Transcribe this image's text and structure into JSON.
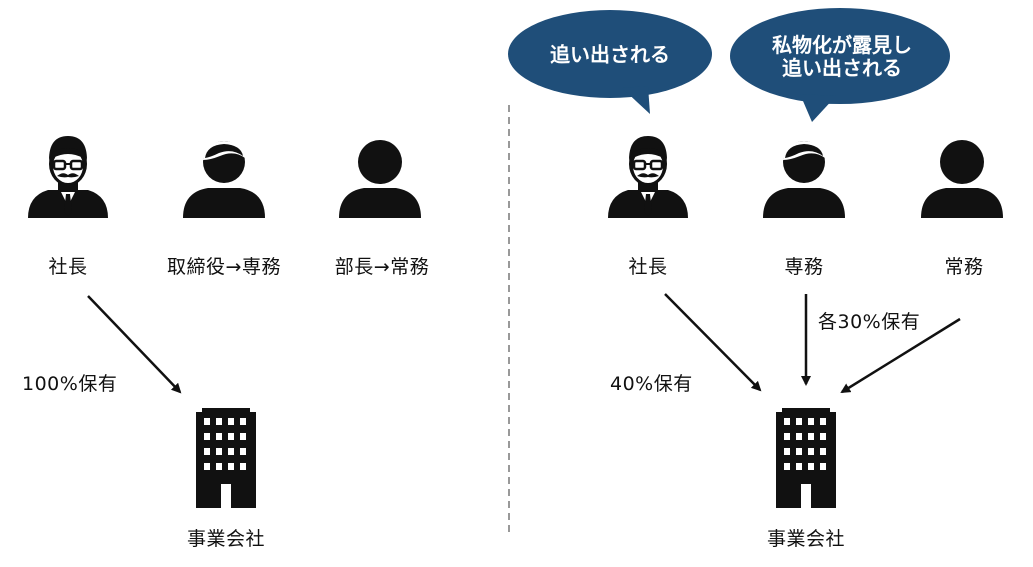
{
  "left_panel": {
    "people": [
      {
        "label": "社長",
        "icon": "businessman-glasses-mustache-icon"
      },
      {
        "label": "取締役→専務",
        "icon": "man-short-hair-icon"
      },
      {
        "label": "部長→常務",
        "icon": "person-silhouette-icon"
      }
    ],
    "ownership_label": "100%保有",
    "company_label": "事業会社"
  },
  "right_panel": {
    "people": [
      {
        "label": "社長",
        "icon": "businessman-glasses-mustache-icon"
      },
      {
        "label": "専務",
        "icon": "man-short-hair-icon"
      },
      {
        "label": "常務",
        "icon": "person-silhouette-icon"
      }
    ],
    "bubbles": [
      {
        "lines": [
          "追い出される"
        ]
      },
      {
        "lines": [
          "私物化が露見し",
          "追い出される"
        ]
      }
    ],
    "ownership_president": "40%保有",
    "ownership_each": "各30%保有",
    "company_label": "事業会社"
  },
  "colors": {
    "icon": "#111111",
    "bubble": "#1f4e79",
    "bubble_text": "#ffffff",
    "divider": "#999999",
    "arrow": "#111111"
  }
}
